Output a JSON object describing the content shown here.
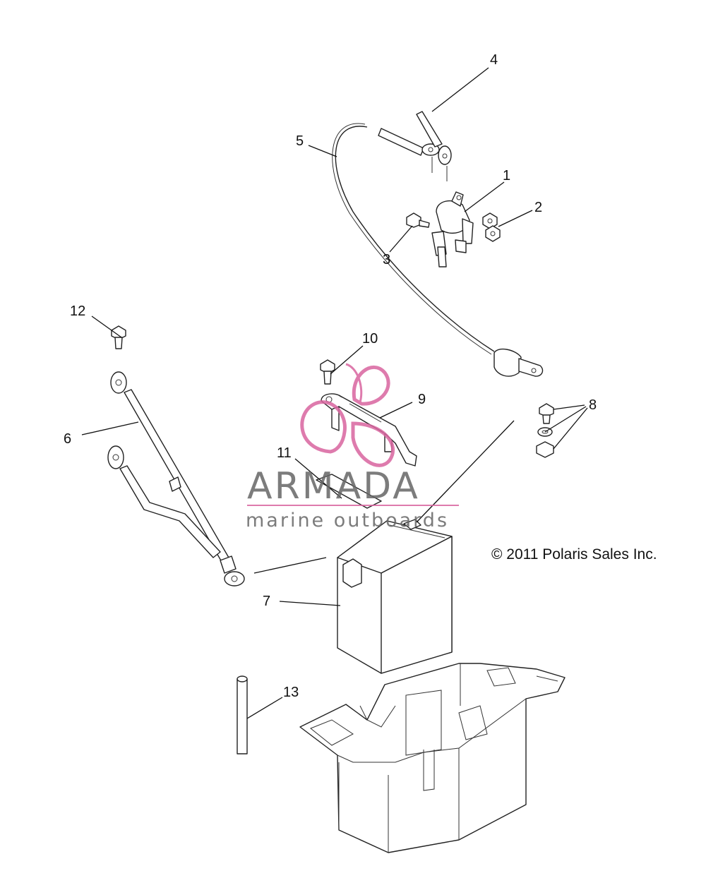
{
  "diagram": {
    "copyright": "© 2011 Polaris Sales Inc.",
    "callouts": [
      "1",
      "2",
      "3",
      "4",
      "5",
      "6",
      "7",
      "8",
      "9",
      "10",
      "11",
      "12",
      "13"
    ],
    "watermark": {
      "title": "ARMADA",
      "subtitle": "marine outboards",
      "accent_color": "#d9659f"
    }
  }
}
